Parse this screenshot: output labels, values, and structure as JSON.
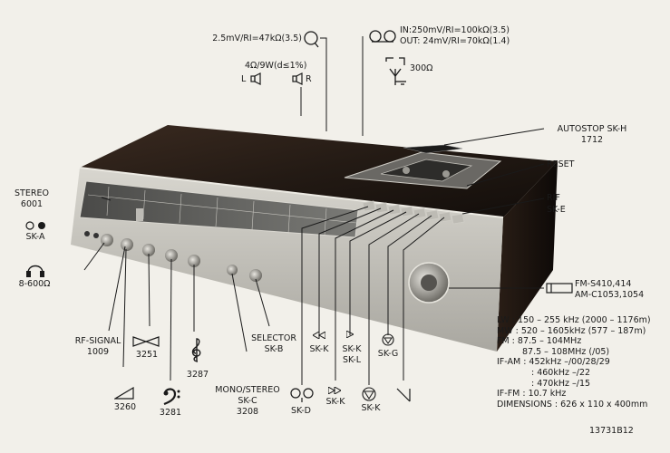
{
  "diagram": {
    "top_labels": {
      "mic_input": "2.5mV/RI=47kΩ(3.5)",
      "tape_in": "IN:250mV/RI=100kΩ(3.5)",
      "tape_out": "OUT: 24mV/RI=70kΩ(1.4)",
      "speaker_spec": "4Ω/9W(d≤1%)",
      "speaker_left": "L",
      "speaker_right": "R",
      "antenna_impedance": "300Ω"
    },
    "left_labels": {
      "stereo": "STEREO",
      "stereo_num": "6001",
      "sk_a": "SK-A",
      "headphone_range": "8-600Ω"
    },
    "right_labels": {
      "autostop": "AUTOSTOP SK-H",
      "autostop_num": "1712",
      "reset": "RESET",
      "rif": "RIF",
      "sk_e": "SK-E",
      "fm_antenna": "FM-S410,414",
      "am_antenna": "AM-C1053,1054"
    },
    "bottom_labels": {
      "rf_signal": "RF-SIGNAL",
      "rf_signal_num": "1009",
      "balance_num": "3251",
      "volume_num": "3260",
      "bass_num": "3281",
      "treble_num": "3287",
      "mono_stereo": "MONO/STEREO",
      "sk_c": "SK-C",
      "sk_c_num": "3208",
      "selector": "SELECTOR",
      "sk_b": "SK-B",
      "rewind_sk_k": "SK-K",
      "ff_sk_k": "SK-K",
      "play_sk_k": "SK-K",
      "sk_l": "SK-L",
      "stop_sk_k": "SK-K",
      "sk_g": "SK-G",
      "sk_d": "SK-D"
    },
    "specs": [
      "LW : 150 – 255 kHz (2000 – 1176m)",
      "MW : 520 – 1605kHz (577 – 187m)",
      "FM : 87.5 – 104MHz",
      "87.5 – 108MHz (/05)",
      "IF-AM : 452kHz –/00/28/29",
      ": 460kHz –/22",
      ": 470kHz –/15",
      "IF-FM : 10.7 kHz",
      "DIMENSIONS : 626 x 110 x 400mm"
    ],
    "figure_code": "13731B12"
  }
}
